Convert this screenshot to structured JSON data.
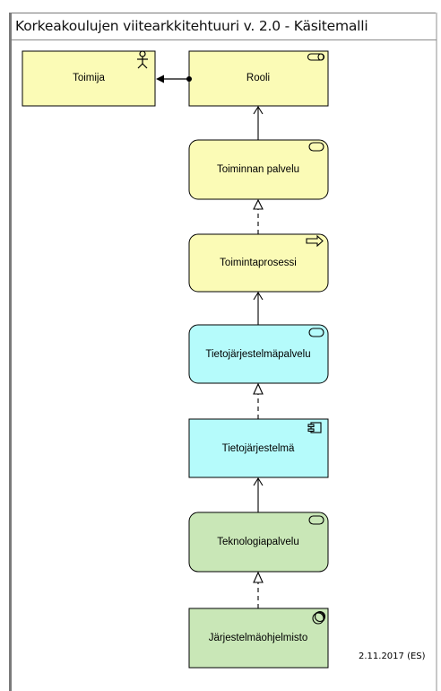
{
  "diagram": {
    "title": "Korkeakoulujen viitearkkitehtuuri v. 2.0 - Käsitemalli",
    "date_label": "2.11.2017 (ES)",
    "elements": {
      "toimija": {
        "label": "Toimija",
        "icon": "actor-icon",
        "color": "#fbfbb6"
      },
      "rooli": {
        "label": "Rooli",
        "icon": "role-icon",
        "color": "#fbfbb6"
      },
      "toiminnan_palvelu": {
        "label": "Toiminnan palvelu",
        "icon": "service-icon",
        "color": "#fbfbb6"
      },
      "toimintaprosessi": {
        "label": "Toimintaprosessi",
        "icon": "process-icon",
        "color": "#fbfbb6"
      },
      "tietojarjestelmapalvelu": {
        "label": "Tietojärjestelmäpalvelu",
        "icon": "service-icon",
        "color": "#b5fbfb"
      },
      "tietojarjestelma": {
        "label": "Tietojärjestelmä",
        "icon": "component-icon",
        "color": "#b5fbfb"
      },
      "teknologiapalvelu": {
        "label": "Teknologiapalvelu",
        "icon": "service-icon",
        "color": "#c9e7b7"
      },
      "jarjestelmaohjelmisto": {
        "label": "Järjestelmäohjelmisto",
        "icon": "system-software-icon",
        "color": "#c9e7b7"
      }
    }
  }
}
